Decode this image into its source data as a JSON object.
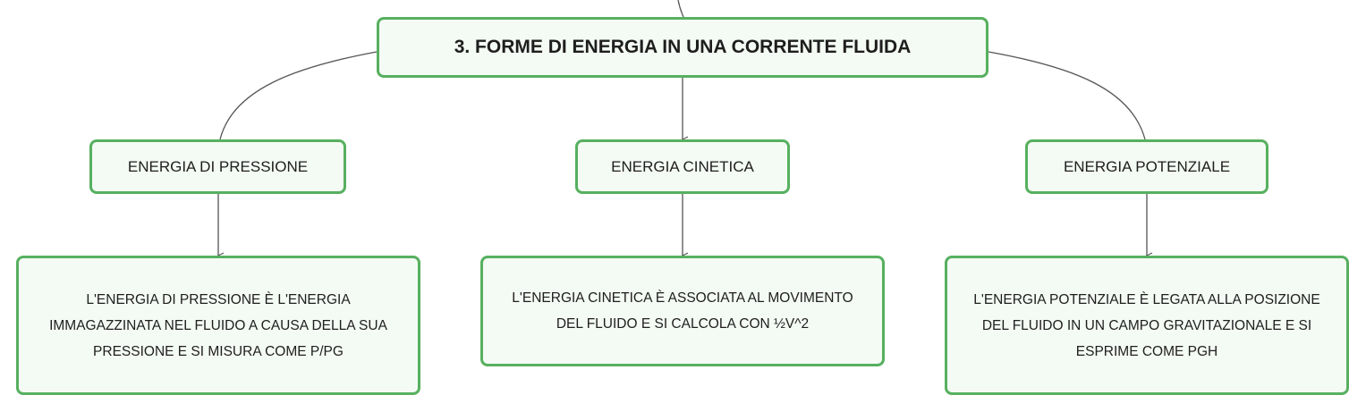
{
  "diagram": {
    "root": {
      "label": "3. FORME DI ENERGIA IN UNA CORRENTE FLUIDA"
    },
    "branches": [
      {
        "label": "ENERGIA DI PRESSIONE",
        "detail": "L'ENERGIA DI PRESSIONE È L'ENERGIA IMMAGAZZINATA NEL FLUIDO A CAUSA DELLA SUA PRESSIONE E SI MISURA COME P/ΡG"
      },
      {
        "label": "ENERGIA CINETICA",
        "detail": "L'ENERGIA CINETICA È ASSOCIATA AL MOVIMENTO DEL FLUIDO E SI CALCOLA CON ½V^2"
      },
      {
        "label": "ENERGIA POTENZIALE",
        "detail": "L'ENERGIA POTENZIALE È LEGATA ALLA POSIZIONE DEL FLUIDO IN UN CAMPO GRAVITAZIONALE E SI ESPRIME COME ΡGH"
      }
    ]
  },
  "colors": {
    "node_border": "#57b05f",
    "node_fill": "#f4faf4",
    "connector": "#555555"
  }
}
